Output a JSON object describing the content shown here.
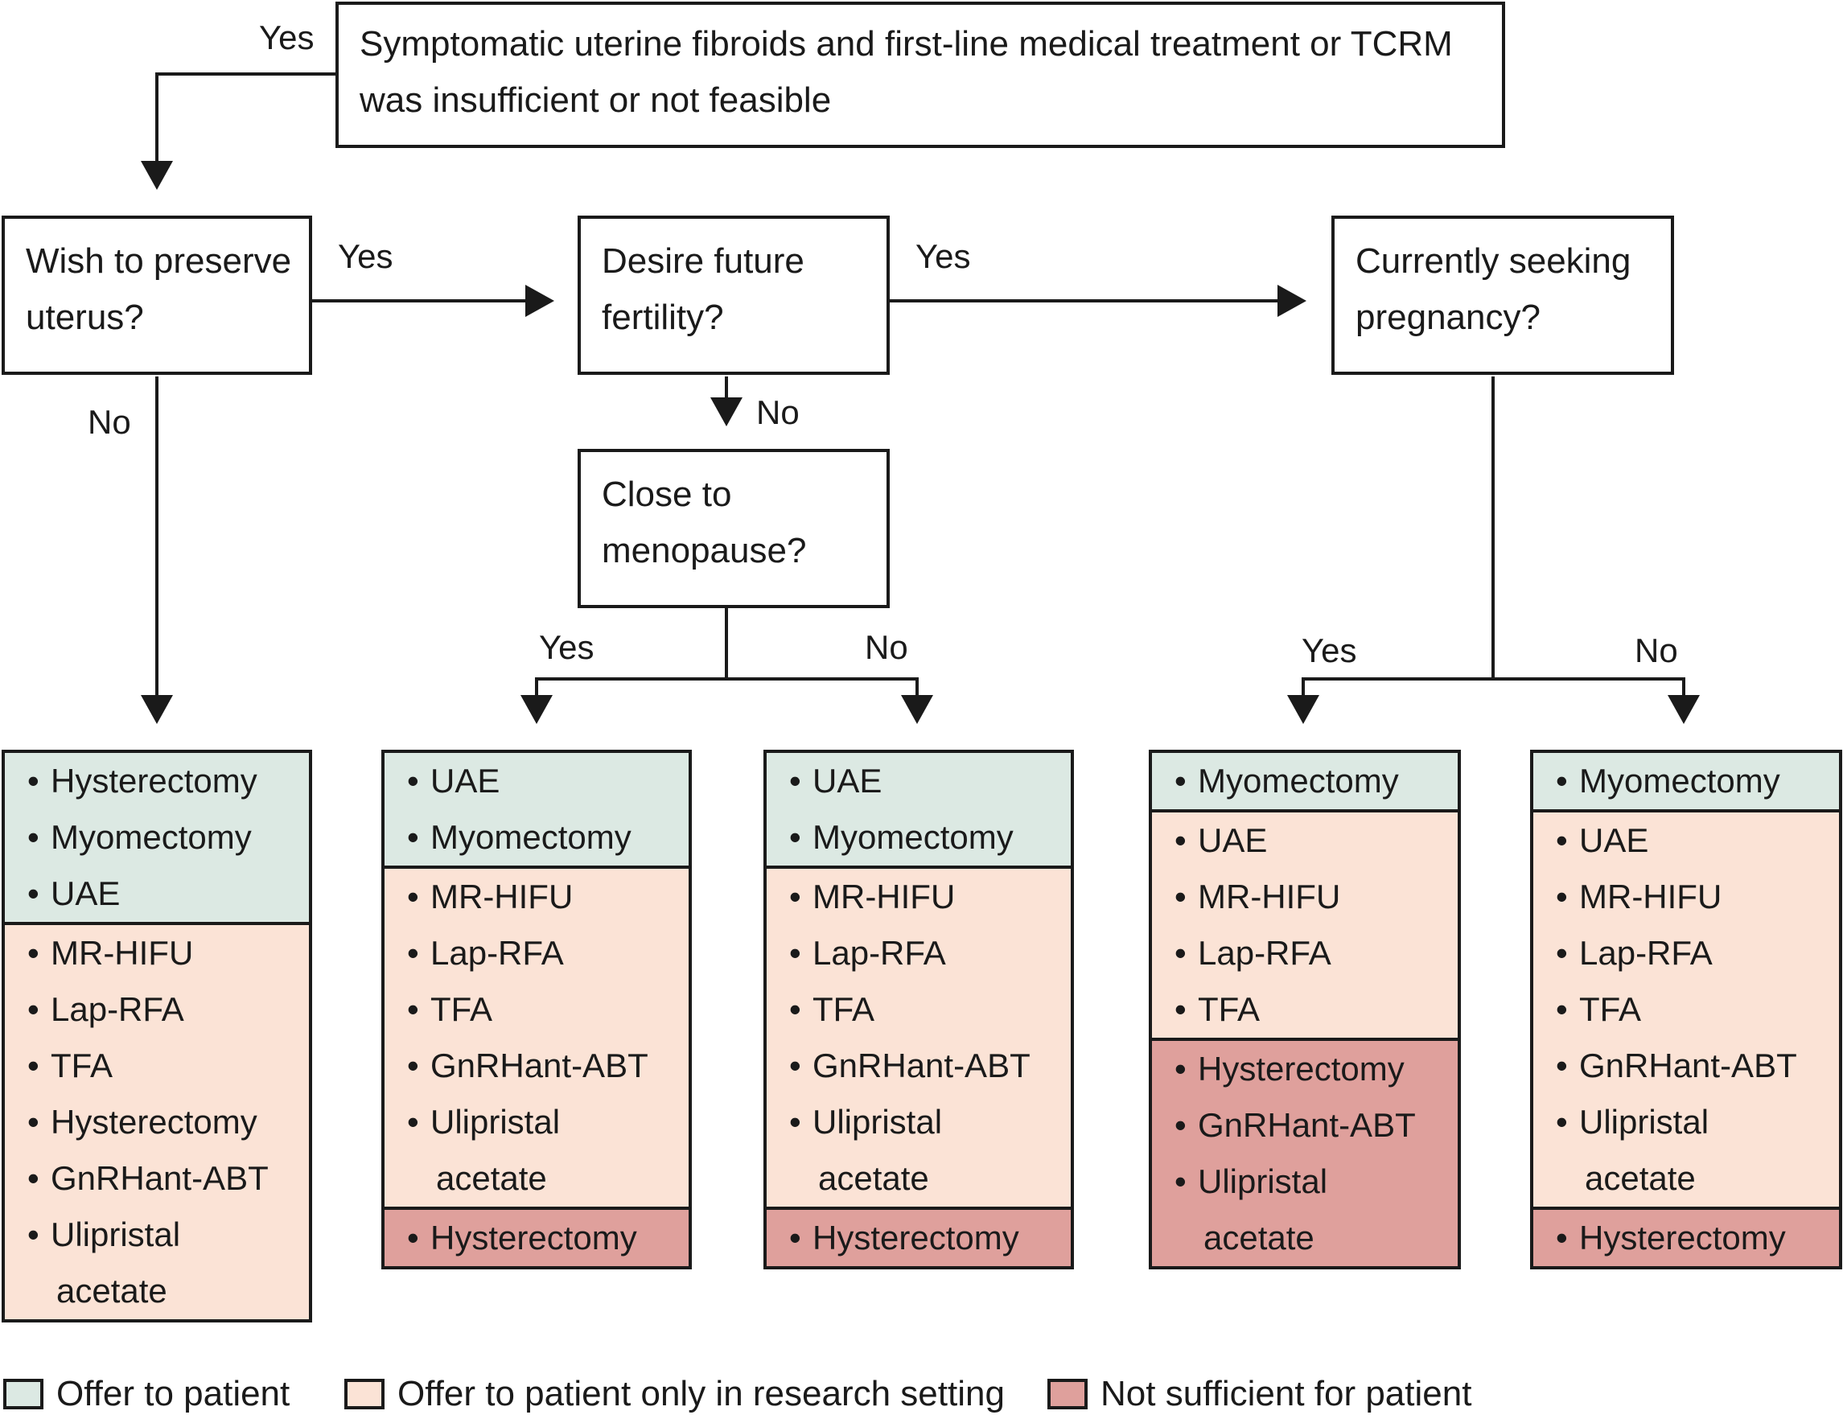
{
  "top_box": {
    "line1": "Symptomatic uterine fibroids and first-line medical treatment or TCRM",
    "line2": "was insufficient or not feasible"
  },
  "questions": {
    "preserve": {
      "line1": "Wish to preserve",
      "line2": "uterus?"
    },
    "fertility": {
      "line1": "Desire future",
      "line2": "fertility?"
    },
    "pregnancy": {
      "line1": "Currently seeking",
      "line2": "pregnancy?"
    },
    "menopause": {
      "line1": "Close to",
      "line2": "menopause?"
    }
  },
  "edge_labels": {
    "top_yes": "Yes",
    "preserve_yes": "Yes",
    "preserve_no": "No",
    "fertility_yes": "Yes",
    "fertility_no": "No",
    "menopause_yes": "Yes",
    "menopause_no": "No",
    "pregnancy_yes": "Yes",
    "pregnancy_no": "No"
  },
  "bullet": "•",
  "outcomes": [
    {
      "sections": [
        {
          "class": "green",
          "items": [
            [
              "Hysterectomy"
            ],
            [
              "Myomectomy"
            ],
            [
              "UAE"
            ]
          ]
        },
        {
          "class": "peach",
          "items": [
            [
              "MR-HIFU"
            ],
            [
              "Lap-RFA"
            ],
            [
              "TFA"
            ],
            [
              "Hysterectomy"
            ],
            [
              "GnRHant-ABT"
            ],
            [
              "Ulipristal",
              "acetate"
            ]
          ]
        }
      ]
    },
    {
      "sections": [
        {
          "class": "green",
          "items": [
            [
              "UAE"
            ],
            [
              "Myomectomy"
            ]
          ]
        },
        {
          "class": "peach",
          "items": [
            [
              "MR-HIFU"
            ],
            [
              "Lap-RFA"
            ],
            [
              "TFA"
            ],
            [
              "GnRHant-ABT"
            ],
            [
              "Ulipristal",
              "acetate"
            ]
          ]
        },
        {
          "class": "red",
          "items": [
            [
              "Hysterectomy"
            ]
          ]
        }
      ]
    },
    {
      "sections": [
        {
          "class": "green",
          "items": [
            [
              "UAE"
            ],
            [
              "Myomectomy"
            ]
          ]
        },
        {
          "class": "peach",
          "items": [
            [
              "MR-HIFU"
            ],
            [
              "Lap-RFA"
            ],
            [
              "TFA"
            ],
            [
              "GnRHant-ABT"
            ],
            [
              "Ulipristal",
              "acetate"
            ]
          ]
        },
        {
          "class": "red",
          "items": [
            [
              "Hysterectomy"
            ]
          ]
        }
      ]
    },
    {
      "sections": [
        {
          "class": "green",
          "items": [
            [
              "Myomectomy"
            ]
          ]
        },
        {
          "class": "peach",
          "items": [
            [
              "UAE"
            ],
            [
              "MR-HIFU"
            ],
            [
              "Lap-RFA"
            ],
            [
              "TFA"
            ]
          ]
        },
        {
          "class": "red",
          "items": [
            [
              "Hysterectomy"
            ],
            [
              "GnRHant-ABT"
            ],
            [
              "Ulipristal",
              "acetate"
            ]
          ]
        }
      ]
    },
    {
      "sections": [
        {
          "class": "green",
          "items": [
            [
              "Myomectomy"
            ]
          ]
        },
        {
          "class": "peach",
          "items": [
            [
              "UAE"
            ],
            [
              "MR-HIFU"
            ],
            [
              "Lap-RFA"
            ],
            [
              "TFA"
            ],
            [
              "GnRHant-ABT"
            ],
            [
              "Ulipristal",
              "acetate"
            ]
          ]
        },
        {
          "class": "red",
          "items": [
            [
              "Hysterectomy"
            ]
          ]
        }
      ]
    }
  ],
  "legend": [
    {
      "color": "#dce9e3",
      "text": "Offer to patient"
    },
    {
      "color": "#fbe3d6",
      "text": "Offer to patient only in research setting"
    },
    {
      "color": "#dfa09c",
      "text": "Not sufficient for patient"
    }
  ]
}
